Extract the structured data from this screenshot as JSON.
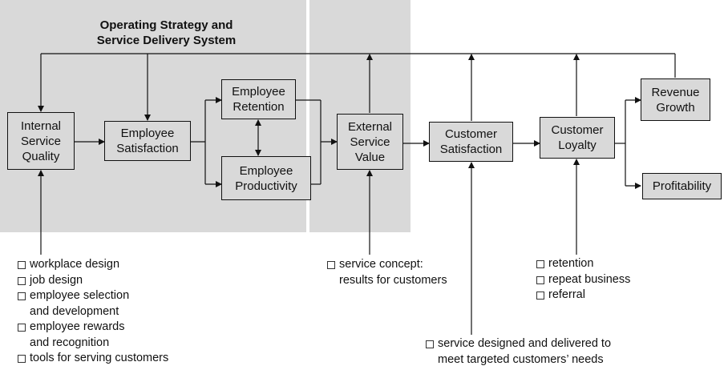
{
  "header": {
    "title": "Operating Strategy and\nService Delivery System"
  },
  "boxes": {
    "internal_service_quality": "Internal\nService\nQuality",
    "employee_satisfaction": "Employee\nSatisfaction",
    "employee_retention": "Employee\nRetention",
    "employee_productivity": "Employee\nProductivity",
    "external_service_value": "External\nService\nValue",
    "customer_satisfaction": "Customer\nSatisfaction",
    "customer_loyalty": "Customer\nLoyalty",
    "revenue_growth": "Revenue\nGrowth",
    "profitability": "Profitability"
  },
  "lists": {
    "internal_quality_factors": [
      "workplace design",
      "job design",
      "employee selection\nand development",
      "employee rewards\nand recognition",
      "tools for serving customers"
    ],
    "service_concept": [
      "service concept:\nresults for customers"
    ],
    "service_design": [
      "service designed and delivered to\nmeet targeted customers’ needs"
    ],
    "loyalty_factors": [
      "retention",
      "repeat business",
      "referral"
    ]
  },
  "colors": {
    "shading": "#d9d9d9",
    "line": "#111111"
  }
}
